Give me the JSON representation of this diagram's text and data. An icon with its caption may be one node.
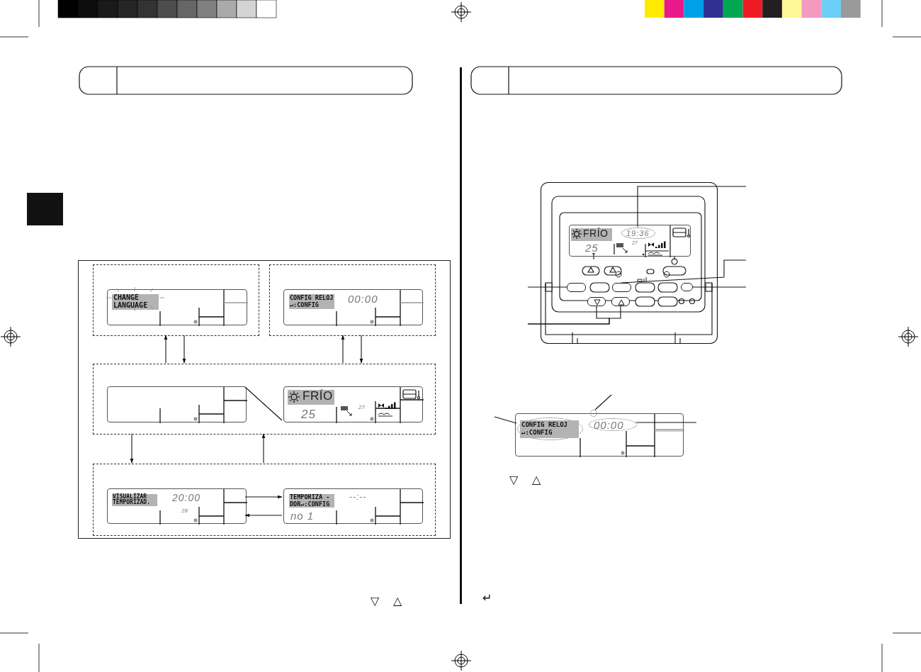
{
  "diagram": {
    "nodes": [
      {
        "text": [],
        "shape": "box"
      },
      {
        "text": [],
        "shape": "box",
        "in": 0
      },
      {
        "text": [
          "CHANGE LANGUAGE"
        ],
        "in": 1
      },
      {
        "text": [],
        "shape": "box",
        "in": 0
      },
      {
        "text": [
          "CONFIG RELOJ ↵:CONFIG",
          "00:00"
        ],
        "in": 3
      },
      {
        "text": [],
        "shape": "box",
        "in": 0
      },
      {
        "text": [],
        "shape": "box",
        "in": 5
      },
      {
        "text": [
          "FRÍO",
          "25",
          "27"
        ],
        "in": 5
      },
      {
        "text": [],
        "shape": "box",
        "in": 0
      },
      {
        "text": [
          "VISUALIZAR TEMPORIZAD.",
          "20:00",
          "28"
        ],
        "in": 8
      },
      {
        "text": [
          "TEMPORIZA - DOR↵:CONFIG",
          "--:--",
          "no 1"
        ],
        "in": 8
      },
      {
        "text": [],
        "shape": "picture"
      },
      {
        "text": [
          "FRÍO",
          "25",
          "27"
        ],
        "in": 11
      },
      {
        "text": [
          "19:36"
        ],
        "in": 12
      },
      {
        "text": [],
        "shape": "box",
        "in": 11
      },
      {
        "text": [],
        "shape": "box",
        "in": 11
      },
      {
        "text": [],
        "shape": "box",
        "in": 11
      },
      {
        "text": [],
        "shape": "box",
        "in": 11
      },
      {
        "text": [],
        "shape": "box",
        "in": 11
      },
      {
        "text": [],
        "shape": "box"
      },
      {
        "text": [
          "CONFIG RELOJ ↵:CONFIG"
        ],
        "in": 19
      },
      {
        "text": [],
        "shape": "circle"
      },
      {
        "text": [
          "00:00"
        ],
        "in": 19
      }
    ],
    "edges": [
      {
        "from": 5,
        "to": 1,
        "arrow": "to"
      },
      {
        "from": 1,
        "to": 5,
        "arrow": "to"
      },
      {
        "from": 5,
        "to": 3,
        "arrow": "to"
      },
      {
        "from": 3,
        "to": 5,
        "arrow": "to"
      },
      {
        "from": 5,
        "to": 8,
        "arrow": "to"
      },
      {
        "from": 8,
        "to": 5,
        "arrow": "to"
      },
      {
        "from": 9,
        "to": 10,
        "arrow": "to"
      },
      {
        "from": 10,
        "to": 9,
        "arrow": "to"
      },
      {
        "from": 6,
        "to": 7,
        "arrow": "none"
      },
      {
        "from": null,
        "to": 13,
        "arrow": "none"
      },
      {
        "from": null,
        "to": 15,
        "arrow": "none"
      },
      {
        "from": null,
        "to": 16,
        "arrow": "none"
      },
      {
        "from": null,
        "to": 14,
        "arrow": "none"
      },
      {
        "from": null,
        "to": 17,
        "arrow": "none"
      },
      {
        "from": null,
        "to": 18,
        "arrow": "none"
      },
      {
        "from": null,
        "to": 20,
        "arrow": "none"
      },
      {
        "from": null,
        "to": 21,
        "arrow": "none"
      },
      {
        "from": null,
        "to": 22,
        "arrow": "none"
      }
    ],
    "labels": [
      "▽",
      "△",
      "▽",
      "△",
      "↵"
    ]
  }
}
